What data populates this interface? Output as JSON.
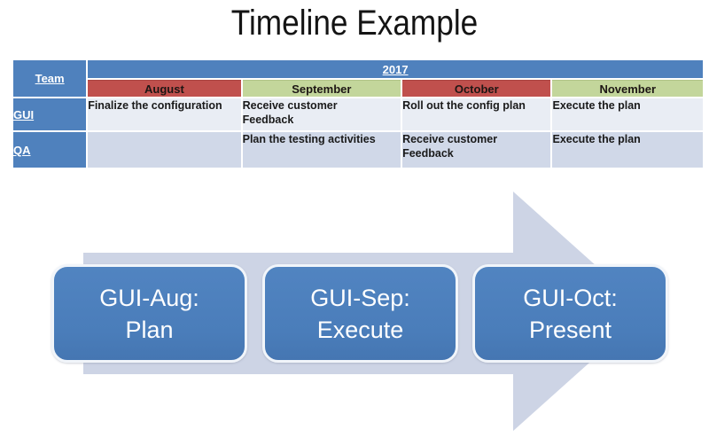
{
  "slide": {
    "title": "Timeline Example"
  },
  "table": {
    "team_header": "Team",
    "year_header": "2017",
    "months": [
      {
        "label": "August",
        "tone": "red"
      },
      {
        "label": "September",
        "tone": "green"
      },
      {
        "label": "October",
        "tone": "red"
      },
      {
        "label": "November",
        "tone": "green"
      }
    ],
    "rows": [
      {
        "team": "GUI",
        "cells": [
          "Finalize the configuration",
          "Receive customer\nFeedback",
          "Roll out the config plan",
          "Execute the plan"
        ]
      },
      {
        "team": "QA",
        "cells": [
          "",
          "Plan the testing activities",
          "Receive customer\nFeedback",
          "Execute the plan"
        ]
      }
    ]
  },
  "process": {
    "steps": [
      {
        "label": "GUI-Aug:\nPlan"
      },
      {
        "label": "GUI-Sep:\nExecute"
      },
      {
        "label": "GUI-Oct:\nPresent"
      }
    ]
  },
  "colors": {
    "header_blue": "#4f81bd",
    "month_red": "#c0504d",
    "month_green": "#c3d69b",
    "row_band_light": "#e9edf4",
    "row_band_dark": "#d0d8e8",
    "arrow_fill": "#cdd4e5",
    "step_box_blue": "#4a7dba",
    "title_color": "#141414"
  }
}
